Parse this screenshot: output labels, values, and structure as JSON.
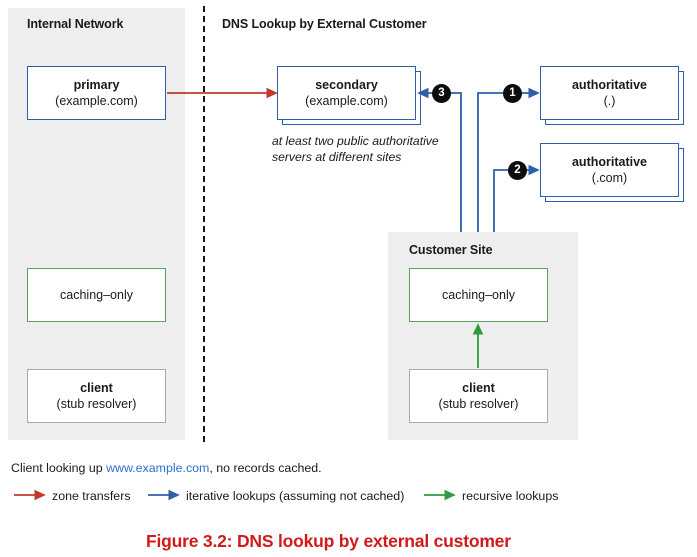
{
  "figure": {
    "title": "Figure 3.2: DNS lookup by external customer",
    "title_color": "#d11a1a"
  },
  "panels": {
    "internal": {
      "title": "Internal Network"
    },
    "external": {
      "title": "DNS Lookup by External Customer"
    },
    "customer": {
      "title": "Customer Site"
    }
  },
  "nodes": {
    "primary": {
      "line1": "primary",
      "line2": "(example.com)",
      "border_color": "#2f5fa8"
    },
    "secondary": {
      "line1": "secondary",
      "line2": "(example.com)",
      "border_color": "#2f5fa8"
    },
    "auth_root": {
      "line1": "authoritative",
      "line2": "(.)",
      "border_color": "#2f5fa8"
    },
    "auth_com": {
      "line1": "authoritative",
      "line2": "(.com)",
      "border_color": "#2f5fa8"
    },
    "internal_cache": {
      "line1": "caching–only",
      "line2": "",
      "border_color": "#5aa15a"
    },
    "internal_client": {
      "line1": "client",
      "line2": "(stub resolver)",
      "border_color": "#aaaaaa"
    },
    "customer_cache": {
      "line1": "caching–only",
      "line2": "",
      "border_color": "#5aa15a"
    },
    "customer_client": {
      "line1": "client",
      "line2": "(stub resolver)",
      "border_color": "#aaaaaa"
    }
  },
  "note": {
    "text": "at least two public authoritative\nservers at different sites"
  },
  "badges": {
    "one": "1",
    "two": "2",
    "three": "3"
  },
  "caption": {
    "prefix": "Client looking up ",
    "link": "www.example.com",
    "suffix": ", no records cached."
  },
  "legend": {
    "items": [
      {
        "label": "zone transfers",
        "color": "#c0392b"
      },
      {
        "label": "iterative lookups (assuming not cached)",
        "color": "#2f5fa8"
      },
      {
        "label": "recursive lookups",
        "color": "#2e9b3e"
      }
    ]
  },
  "colors": {
    "panel_bg": "#eeeeee",
    "zone_transfer": "#c0392b",
    "iterative": "#2f5fa8",
    "recursive": "#2e9b3e",
    "badge_bg": "#0d0d0d",
    "divider": "#1a1a1a"
  }
}
